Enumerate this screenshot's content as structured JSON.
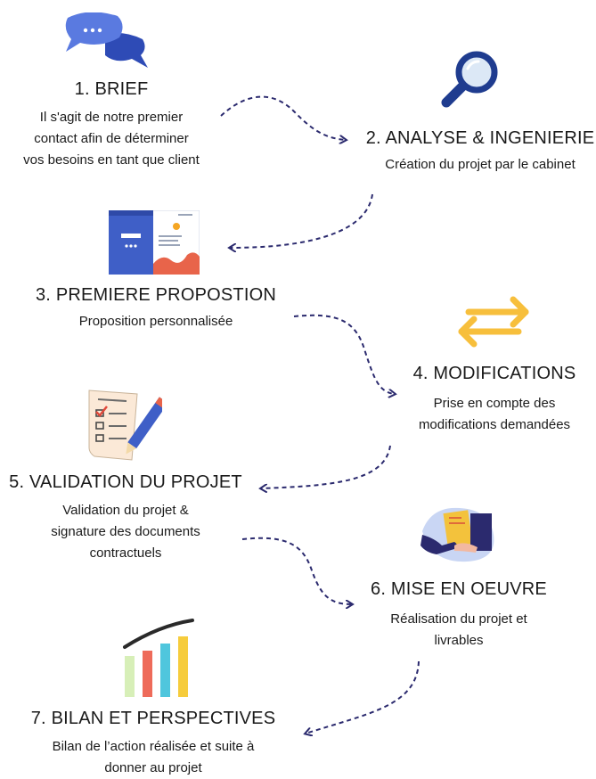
{
  "steps": [
    {
      "title": "1. BRIEF",
      "lines": [
        "Il s'agit de notre premier",
        "contact afin de déterminer",
        "vos besoins en tant que client"
      ]
    },
    {
      "title": "2. ANALYSE & INGENIERIE",
      "lines": [
        "Création du projet par le cabinet"
      ]
    },
    {
      "title": "3. PREMIERE  PROPOSTION",
      "lines": [
        "Proposition personnalisée"
      ]
    },
    {
      "title": "4. MODIFICATIONS",
      "lines": [
        "Prise en compte des",
        "modifications demandées"
      ]
    },
    {
      "title": "5. VALIDATION DU PROJET",
      "lines": [
        "Validation du projet &",
        "signature des documents",
        "contractuels"
      ]
    },
    {
      "title": "6. MISE EN OEUVRE",
      "lines": [
        "Réalisation du projet et",
        "livrables"
      ]
    },
    {
      "title": "7. BILAN ET PERSPECTIVES",
      "lines": [
        "Bilan de l’action réalisée et suite à",
        "donner au projet"
      ]
    }
  ],
  "icons": [
    "chat-bubbles-icon",
    "magnifier-icon",
    "webpage-mockup-icon",
    "swap-arrows-icon",
    "checklist-pencil-icon",
    "handshake-documents-icon",
    "growth-bars-icon"
  ],
  "colors": {
    "arrow": "#2b2a6e",
    "chat": "#4f6fd6",
    "magnifier": "#1e3a8a",
    "mockup": "#3f5fc7",
    "swap": "#f7bf3c",
    "doc": "#f3c23c"
  }
}
